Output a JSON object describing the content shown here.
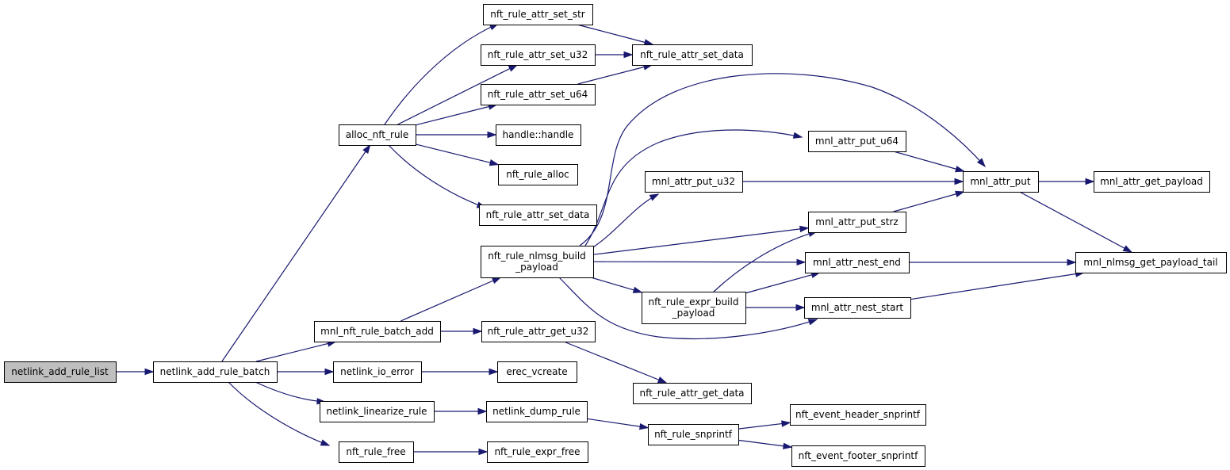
{
  "colors": {
    "edge": "#191970",
    "root_fill": "#bfbfbf",
    "node_fill": "#ffffff",
    "node_border": "#000000"
  },
  "nodes": [
    {
      "id": "netlink_add_rule_list",
      "lines": [
        "netlink_add_rule_list"
      ],
      "root": true
    },
    {
      "id": "netlink_add_rule_batch",
      "lines": [
        "netlink_add_rule_batch"
      ]
    },
    {
      "id": "alloc_nft_rule",
      "lines": [
        "alloc_nft_rule"
      ]
    },
    {
      "id": "mnl_nft_rule_batch_add",
      "lines": [
        "mnl_nft_rule_batch_add"
      ]
    },
    {
      "id": "netlink_io_error",
      "lines": [
        "netlink_io_error"
      ]
    },
    {
      "id": "netlink_linearize_rule",
      "lines": [
        "netlink_linearize_rule"
      ]
    },
    {
      "id": "nft_rule_free",
      "lines": [
        "nft_rule_free"
      ]
    },
    {
      "id": "nft_rule_attr_set_str",
      "lines": [
        "nft_rule_attr_set_str"
      ]
    },
    {
      "id": "nft_rule_attr_set_u32",
      "lines": [
        "nft_rule_attr_set_u32"
      ]
    },
    {
      "id": "nft_rule_attr_set_u64",
      "lines": [
        "nft_rule_attr_set_u64"
      ]
    },
    {
      "id": "handle_handle",
      "lines": [
        "handle::handle"
      ]
    },
    {
      "id": "nft_rule_alloc",
      "lines": [
        "nft_rule_alloc"
      ]
    },
    {
      "id": "nft_rule_attr_set_data_1",
      "lines": [
        "nft_rule_attr_set_data"
      ]
    },
    {
      "id": "nft_rule_attr_set_data_2",
      "lines": [
        "nft_rule_attr_set_data"
      ]
    },
    {
      "id": "nft_rule_nlmsg_build_payload",
      "lines": [
        "nft_rule_nlmsg_build",
        "_payload"
      ]
    },
    {
      "id": "nft_rule_attr_get_u32",
      "lines": [
        "nft_rule_attr_get_u32"
      ]
    },
    {
      "id": "erec_vcreate",
      "lines": [
        "erec_vcreate"
      ]
    },
    {
      "id": "netlink_dump_rule",
      "lines": [
        "netlink_dump_rule"
      ]
    },
    {
      "id": "nft_rule_expr_free",
      "lines": [
        "nft_rule_expr_free"
      ]
    },
    {
      "id": "mnl_attr_put_u64",
      "lines": [
        "mnl_attr_put_u64"
      ]
    },
    {
      "id": "mnl_attr_put_u32",
      "lines": [
        "mnl_attr_put_u32"
      ]
    },
    {
      "id": "nft_rule_expr_build_payload",
      "lines": [
        "nft_rule_expr_build",
        "_payload"
      ]
    },
    {
      "id": "nft_rule_attr_get_data",
      "lines": [
        "nft_rule_attr_get_data"
      ]
    },
    {
      "id": "nft_rule_snprintf",
      "lines": [
        "nft_rule_snprintf"
      ]
    },
    {
      "id": "mnl_attr_put",
      "lines": [
        "mnl_attr_put"
      ]
    },
    {
      "id": "mnl_attr_put_strz",
      "lines": [
        "mnl_attr_put_strz"
      ]
    },
    {
      "id": "mnl_attr_nest_end",
      "lines": [
        "mnl_attr_nest_end"
      ]
    },
    {
      "id": "mnl_attr_nest_start",
      "lines": [
        "mnl_attr_nest_start"
      ]
    },
    {
      "id": "nft_event_header_snprintf",
      "lines": [
        "nft_event_header_snprintf"
      ]
    },
    {
      "id": "nft_event_footer_snprintf",
      "lines": [
        "nft_event_footer_snprintf"
      ]
    },
    {
      "id": "mnl_attr_get_payload",
      "lines": [
        "mnl_attr_get_payload"
      ]
    },
    {
      "id": "mnl_nlmsg_get_payload_tail",
      "lines": [
        "mnl_nlmsg_get_payload_tail"
      ]
    }
  ],
  "edges": [
    {
      "from": "netlink_add_rule_list",
      "to": "netlink_add_rule_batch"
    },
    {
      "from": "netlink_add_rule_batch",
      "to": "alloc_nft_rule"
    },
    {
      "from": "netlink_add_rule_batch",
      "to": "mnl_nft_rule_batch_add"
    },
    {
      "from": "netlink_add_rule_batch",
      "to": "netlink_io_error"
    },
    {
      "from": "netlink_add_rule_batch",
      "to": "netlink_linearize_rule"
    },
    {
      "from": "netlink_add_rule_batch",
      "to": "nft_rule_free"
    },
    {
      "from": "alloc_nft_rule",
      "to": "nft_rule_attr_set_str"
    },
    {
      "from": "alloc_nft_rule",
      "to": "nft_rule_attr_set_u32"
    },
    {
      "from": "alloc_nft_rule",
      "to": "nft_rule_attr_set_u64"
    },
    {
      "from": "alloc_nft_rule",
      "to": "handle_handle"
    },
    {
      "from": "alloc_nft_rule",
      "to": "nft_rule_alloc"
    },
    {
      "from": "alloc_nft_rule",
      "to": "nft_rule_attr_set_data_2"
    },
    {
      "from": "nft_rule_attr_set_str",
      "to": "nft_rule_attr_set_data_1"
    },
    {
      "from": "nft_rule_attr_set_u32",
      "to": "nft_rule_attr_set_data_1"
    },
    {
      "from": "nft_rule_attr_set_u64",
      "to": "nft_rule_attr_set_data_1"
    },
    {
      "from": "mnl_nft_rule_batch_add",
      "to": "nft_rule_nlmsg_build_payload"
    },
    {
      "from": "mnl_nft_rule_batch_add",
      "to": "nft_rule_attr_get_u32"
    },
    {
      "from": "netlink_io_error",
      "to": "erec_vcreate"
    },
    {
      "from": "netlink_linearize_rule",
      "to": "netlink_dump_rule"
    },
    {
      "from": "nft_rule_free",
      "to": "nft_rule_expr_free"
    },
    {
      "from": "nft_rule_nlmsg_build_payload",
      "to": "mnl_attr_put_u64"
    },
    {
      "from": "nft_rule_nlmsg_build_payload",
      "to": "mnl_attr_put_u32"
    },
    {
      "from": "nft_rule_nlmsg_build_payload",
      "to": "mnl_attr_put"
    },
    {
      "from": "nft_rule_nlmsg_build_payload",
      "to": "mnl_attr_put_strz"
    },
    {
      "from": "nft_rule_nlmsg_build_payload",
      "to": "mnl_attr_nest_end"
    },
    {
      "from": "nft_rule_nlmsg_build_payload",
      "to": "nft_rule_expr_build_payload"
    },
    {
      "from": "nft_rule_nlmsg_build_payload",
      "to": "mnl_attr_nest_start"
    },
    {
      "from": "nft_rule_attr_get_u32",
      "to": "nft_rule_attr_get_data"
    },
    {
      "from": "netlink_dump_rule",
      "to": "nft_rule_snprintf"
    },
    {
      "from": "mnl_attr_put_u64",
      "to": "mnl_attr_put"
    },
    {
      "from": "mnl_attr_put_u32",
      "to": "mnl_attr_put"
    },
    {
      "from": "nft_rule_expr_build_payload",
      "to": "mnl_attr_put_strz"
    },
    {
      "from": "nft_rule_expr_build_payload",
      "to": "mnl_attr_nest_end"
    },
    {
      "from": "nft_rule_expr_build_payload",
      "to": "mnl_attr_nest_start"
    },
    {
      "from": "mnl_attr_put_strz",
      "to": "mnl_attr_put"
    },
    {
      "from": "mnl_attr_put",
      "to": "mnl_attr_get_payload"
    },
    {
      "from": "mnl_attr_put",
      "to": "mnl_nlmsg_get_payload_tail"
    },
    {
      "from": "mnl_attr_nest_end",
      "to": "mnl_nlmsg_get_payload_tail"
    },
    {
      "from": "mnl_attr_nest_start",
      "to": "mnl_nlmsg_get_payload_tail"
    },
    {
      "from": "nft_rule_snprintf",
      "to": "nft_event_header_snprintf"
    },
    {
      "from": "nft_rule_snprintf",
      "to": "nft_event_footer_snprintf"
    }
  ]
}
